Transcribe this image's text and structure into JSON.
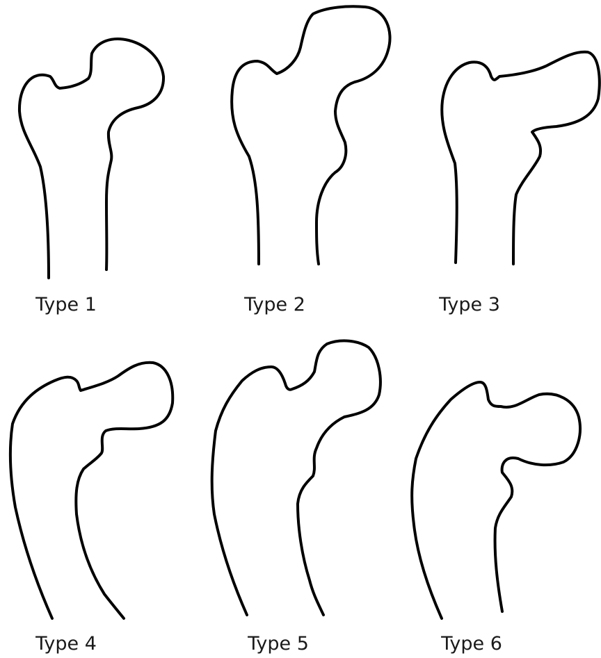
{
  "figure": {
    "panels": [
      {
        "label": "Type 1"
      },
      {
        "label": "Type 2"
      },
      {
        "label": "Type 3"
      },
      {
        "label": "Type 4"
      },
      {
        "label": "Type 5"
      },
      {
        "label": "Type 6"
      }
    ]
  }
}
